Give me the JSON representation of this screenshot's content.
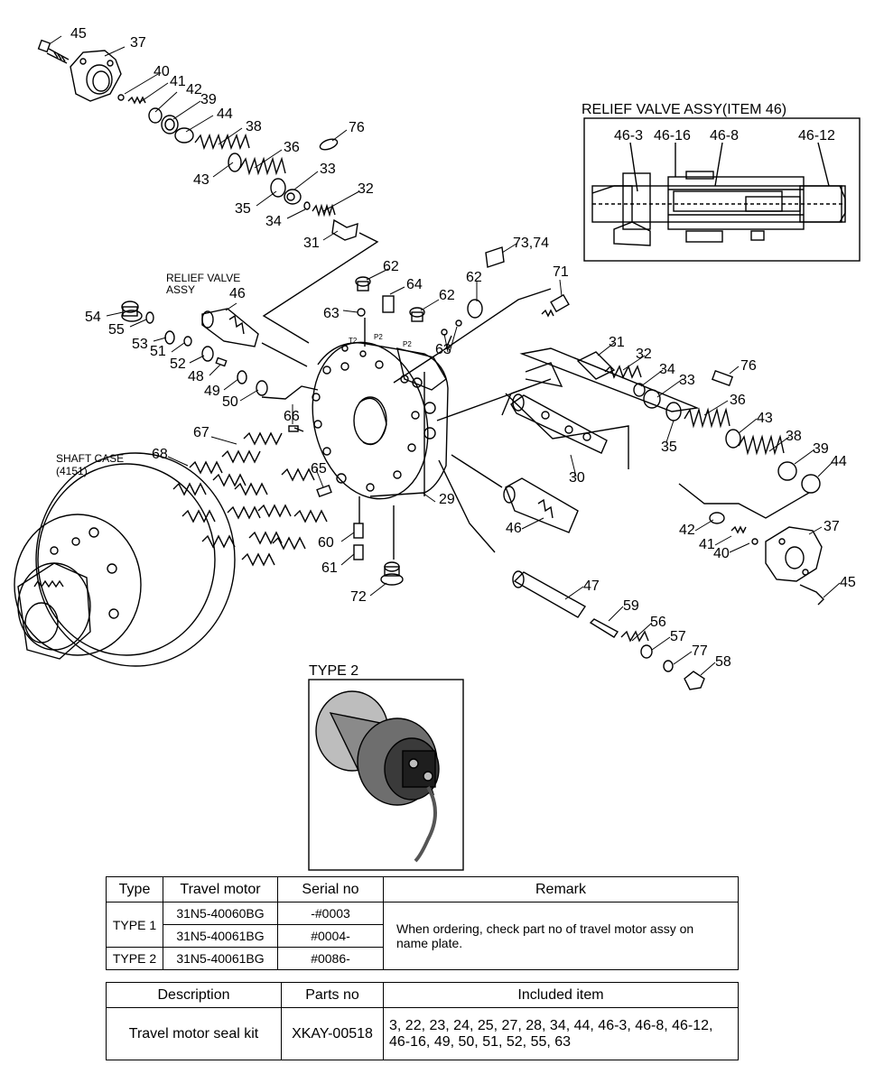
{
  "diagram": {
    "callouts": [
      "45",
      "37",
      "40",
      "41",
      "42",
      "39",
      "44",
      "38",
      "43",
      "36",
      "35",
      "33",
      "34",
      "32",
      "31",
      "76",
      "73,74",
      "71",
      "62",
      "64",
      "62",
      "63",
      "62",
      "63",
      "46",
      "54",
      "55",
      "53",
      "51",
      "52",
      "48",
      "49",
      "50",
      "66",
      "67",
      "68",
      "65",
      "60",
      "61",
      "72",
      "29",
      "31",
      "32",
      "34",
      "33",
      "76",
      "36",
      "43",
      "35",
      "30",
      "38",
      "39",
      "44",
      "46",
      "42",
      "41",
      "40",
      "37",
      "45",
      "47",
      "59",
      "56",
      "57",
      "77",
      "58"
    ],
    "inset_callouts": [
      "46-3",
      "46-16",
      "46-8",
      "46-12"
    ],
    "labels": {
      "relief_inset_title": "RELIEF VALVE ASSY(ITEM 46)",
      "relief_valve_line1": "RELIEF VALVE",
      "relief_valve_line2": "ASSY",
      "shaft_case_line1": "SHAFT CASE",
      "shaft_case_line2": "(4151)",
      "type2_title": "TYPE 2",
      "port_t2": "T2",
      "port_p2a": "P2",
      "port_p2b": "P2"
    }
  },
  "type_table": {
    "headers": [
      "Type",
      "Travel motor",
      "Serial no",
      "Remark"
    ],
    "type1": "TYPE 1",
    "type2": "TYPE 2",
    "rows": [
      {
        "motor": "31N5-40060BG",
        "serial": "-#0003"
      },
      {
        "motor": "31N5-40061BG",
        "serial": "#0004-"
      },
      {
        "motor": "31N5-40061BG",
        "serial": "#0086-"
      }
    ],
    "remark": "When ordering, check part no of travel motor assy on name plate."
  },
  "kit_table": {
    "headers": [
      "Description",
      "Parts no",
      "Included item"
    ],
    "description": "Travel motor seal kit",
    "parts_no": "XKAY-00518",
    "included": "3, 22, 23, 24, 25, 27, 28, 34, 44, 46-3, 46-8, 46-12, 46-16, 49, 50, 51, 52, 55, 63"
  }
}
